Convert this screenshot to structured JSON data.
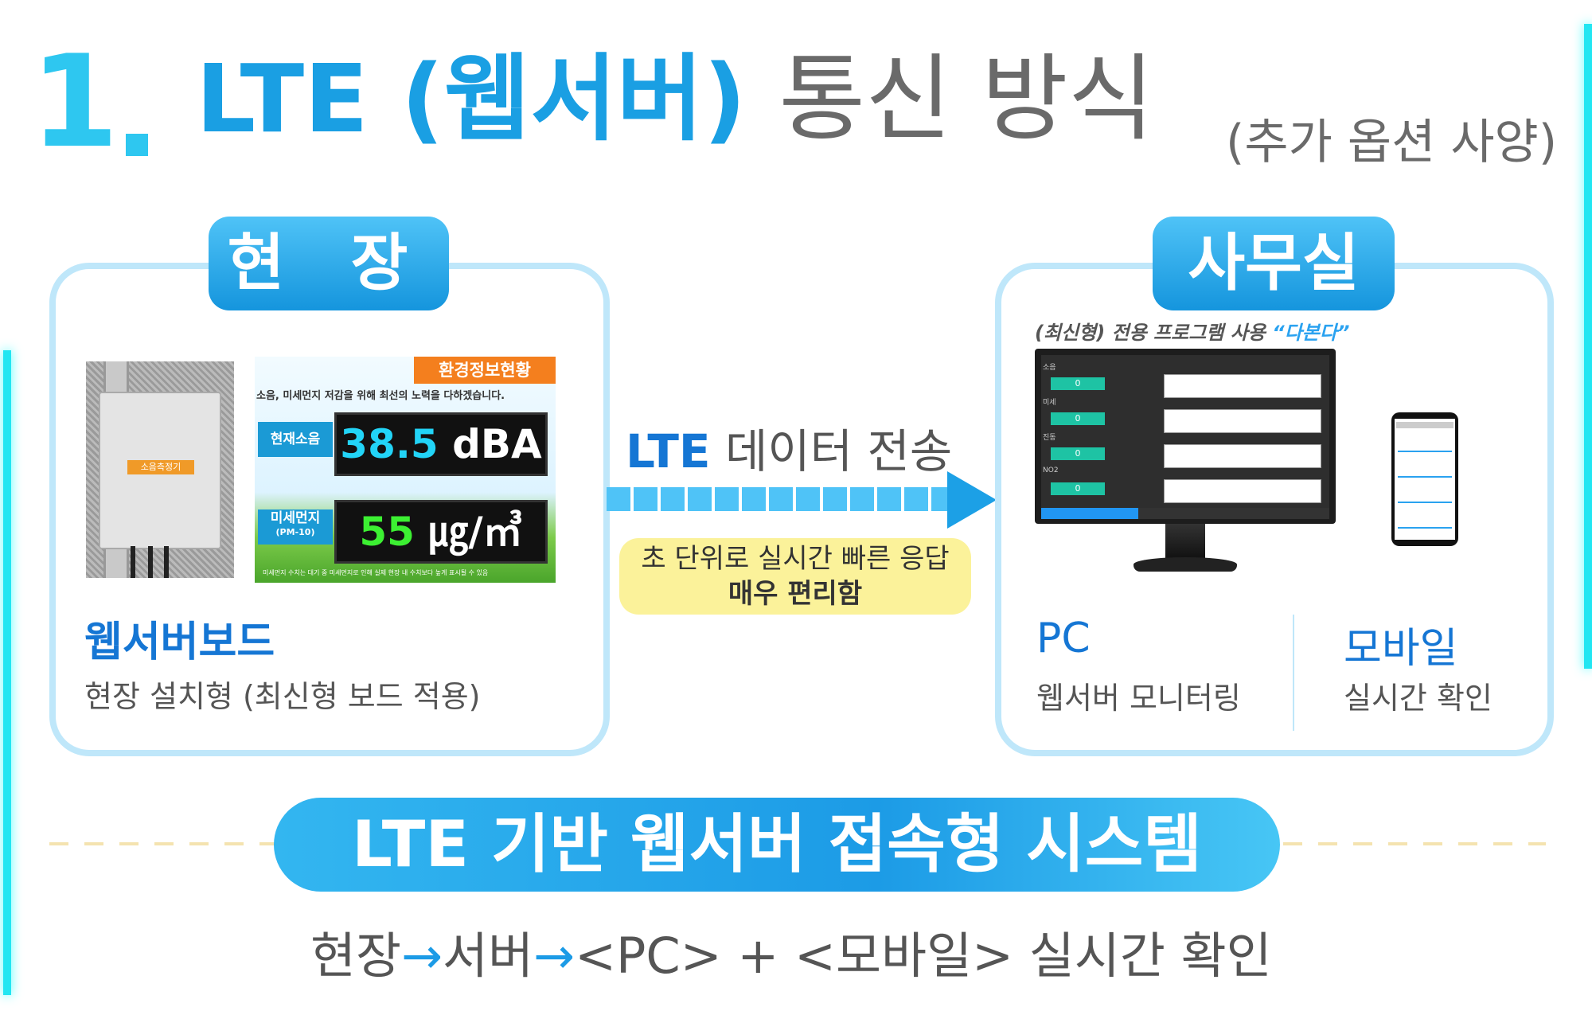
{
  "title": {
    "number": "1.",
    "main_blue": "LTE (웹서버)",
    "main_gray": "통신 방식",
    "sub": "(추가 옵션 사양)"
  },
  "site": {
    "pill": "현 장",
    "device_label": "소음측정기",
    "board": {
      "header": "환경정보현황",
      "slogan": "소음, 미세먼지 저감을 위해 최선의 노력을 다하겠습니다.",
      "noise_tag": "현재소음",
      "noise_value": "38.5",
      "noise_unit": "dBA",
      "dust_tag": "미세먼지",
      "dust_tag_sub": "(PM-10)",
      "dust_value": "55",
      "dust_unit": "㎍/㎥",
      "footer": "미세먼지 수치는 대기 중 미세먼지로 인해 실제 현장 내 수치보다 높게 표시될 수 있음"
    },
    "caption_title": "웹서버보드",
    "caption_sub": "현장 설치형 (최신형 보드 적용)"
  },
  "transfer": {
    "label_bold": "LTE",
    "label_rest": "데이터 전송",
    "note_line1": "초 단위로 실시간 빠른 응답",
    "note_line2": "매우 편리함"
  },
  "office": {
    "pill": "사무실",
    "program_prefix": "(최신형) 전용 프로그램 사용",
    "program_name": "“다본다”",
    "monitor_rows": [
      {
        "label": "소음",
        "value": "0"
      },
      {
        "label": "미세",
        "value": "0"
      },
      {
        "label": "진동",
        "value": "0"
      },
      {
        "label": "NO2",
        "value": "0"
      }
    ],
    "pc_title": "PC",
    "pc_sub": "웹서버 모니터링",
    "mobile_title": "모바일",
    "mobile_sub": "실시간 확인"
  },
  "footer": {
    "banner": "LTE 기반 웹서버 접속형 시스템",
    "flow_1": "현장",
    "flow_arrow": "→",
    "flow_2": "서버",
    "flow_3": "<PC> + <모바일> 실시간 확인"
  },
  "colors": {
    "accent_blue": "#1a9fe3",
    "cyan_edge": "#22e6f2",
    "panel_border": "#bfe7fa",
    "note_yellow": "#fbf29a"
  }
}
